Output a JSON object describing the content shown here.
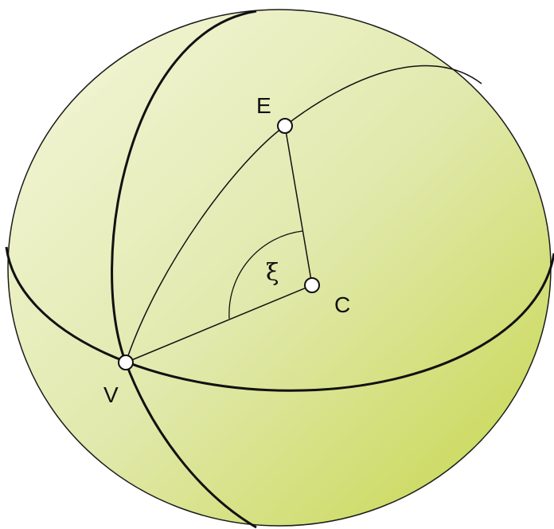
{
  "colors": {
    "sphere_light": "#f3f5d6",
    "sphere_mid": "#dde7a4",
    "sphere_dark": "#c8d84e",
    "outline": "#1a1a1a",
    "point_fill": "#ffffff"
  },
  "points": {
    "E": {
      "label": "E"
    },
    "C": {
      "label": "C"
    },
    "V": {
      "label": "V"
    }
  },
  "angle": {
    "label": "ξ"
  }
}
